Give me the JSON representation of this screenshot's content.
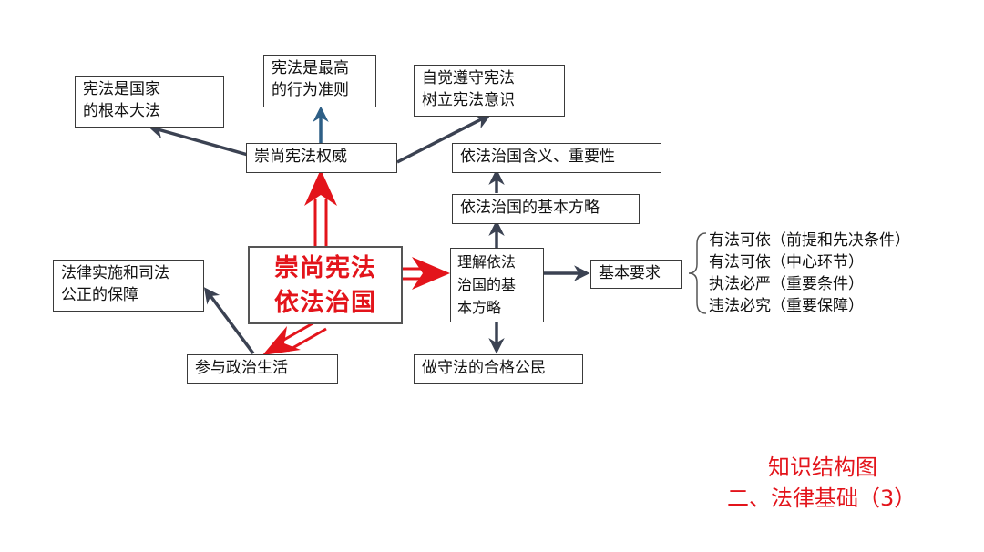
{
  "colors": {
    "arrow": "#3b4252",
    "arrow_blue": "#2e5f86",
    "accent_red": "#e3141b",
    "box_border": "#3a3a3a"
  },
  "nodes": {
    "center": "崇尚宪法\n依法治国",
    "respect_constitution": "崇尚宪法权威",
    "fundamental_law": "宪法是国家\n的根本大法",
    "supreme_norm": "宪法是最高\n的行为准则",
    "consciously_abide": "自觉遵守宪法\n树立宪法意识",
    "rule_of_law_meaning": "依法治国含义、重要性",
    "basic_strategy": "依法治国的基本方略",
    "understand_strategy": "理解依法\n治国的基\n本方略",
    "basic_requirements": "基本要求",
    "law_abiding_citizen": "做守法的合格公民",
    "political_participation": "参与政治生活",
    "judicial_guarantee": "法律实施和司法\n公正的保障"
  },
  "requirements": [
    "有法可依（前提和先决条件）",
    "有法可依（中心环节）",
    "执法必严（重要条件）",
    "违法必究（重要保障）"
  ],
  "caption": {
    "line1": "知识结构图",
    "line2": "二、法律基础（3）"
  }
}
